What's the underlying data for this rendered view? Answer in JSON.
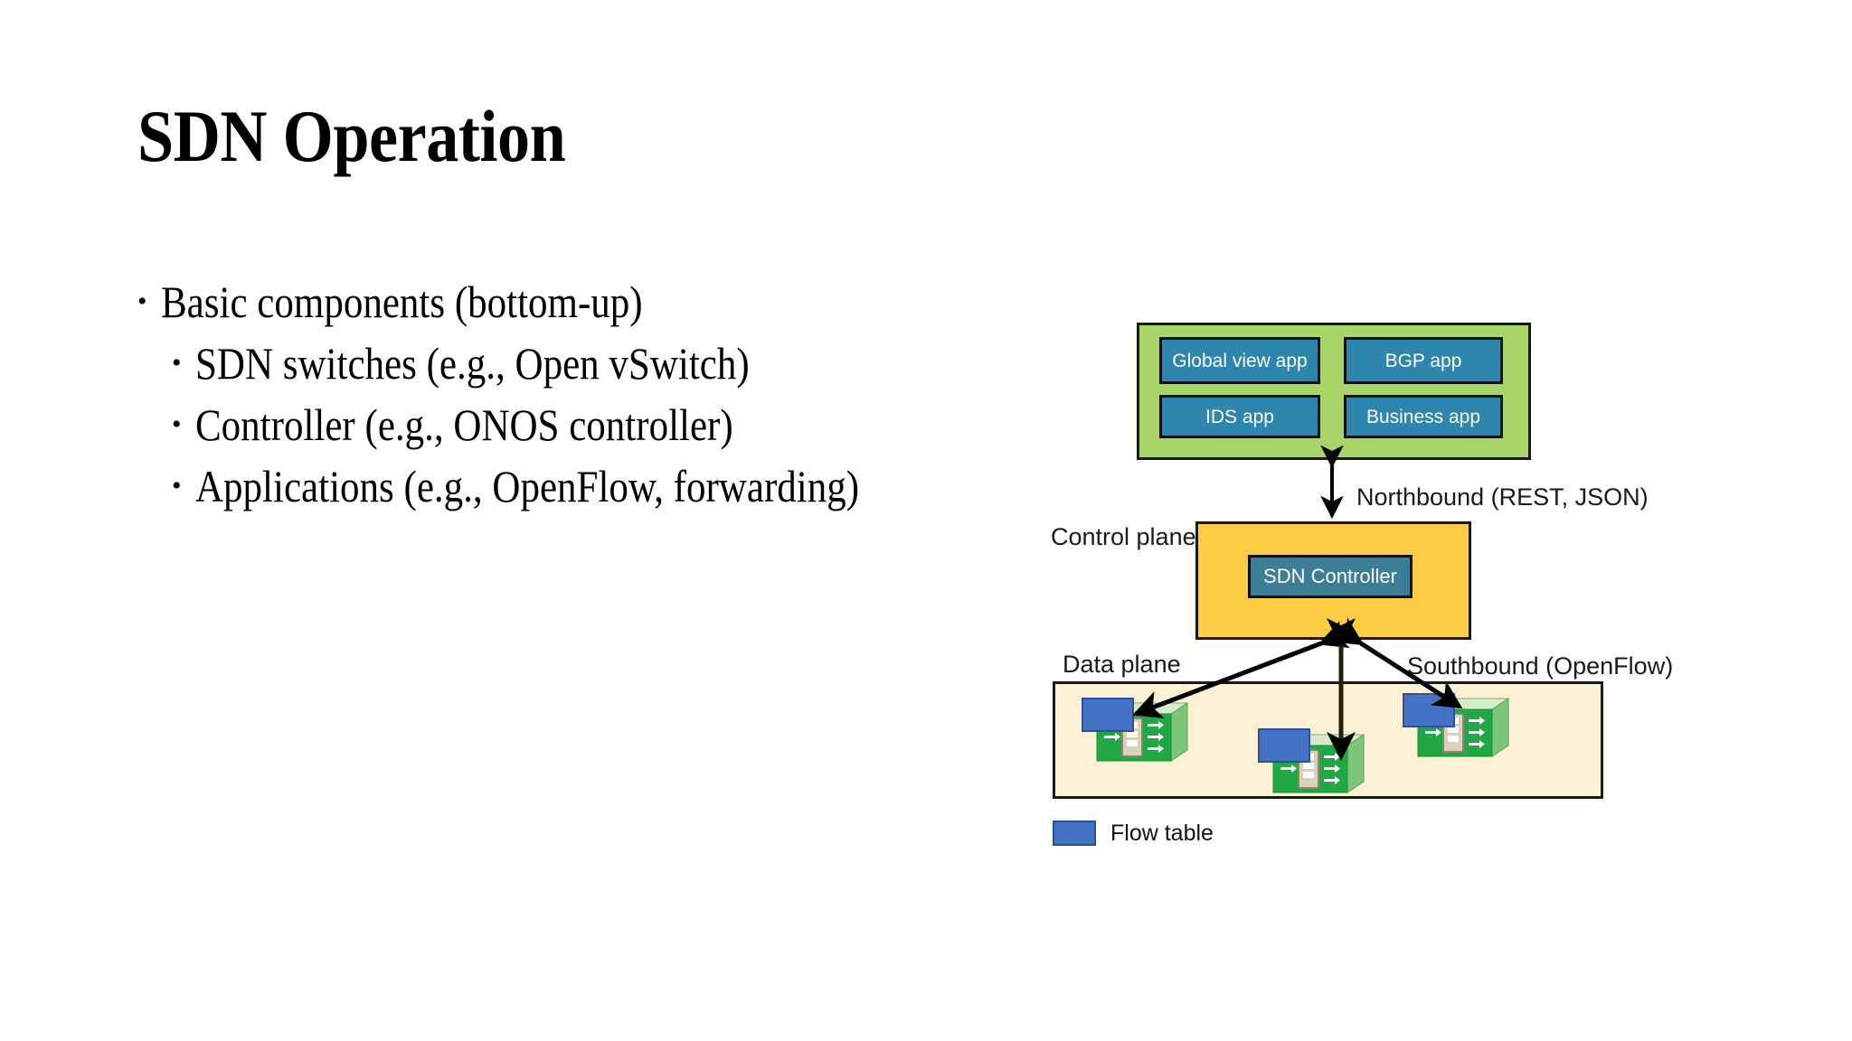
{
  "slide": {
    "title": "SDN Operation",
    "background_color": "#ffffff"
  },
  "bullets": [
    {
      "level": 1,
      "marker": "•",
      "text": "Basic components (bottom-up)"
    },
    {
      "level": 2,
      "marker": "•",
      "text": "SDN switches (e.g., Open vSwitch)"
    },
    {
      "level": 2,
      "marker": "•",
      "text": "Controller (e.g., ONOS controller)"
    },
    {
      "level": 2,
      "marker": "•",
      "text": "Applications (e.g., OpenFlow, forwarding)"
    }
  ],
  "diagram": {
    "application_layer": {
      "panel_color": "#a9d468",
      "app_color": "#2e85ad",
      "apps": [
        {
          "label": "Global view app"
        },
        {
          "label": "BGP app"
        },
        {
          "label": "IDS app"
        },
        {
          "label": "Business app"
        }
      ]
    },
    "control_plane": {
      "label": "Control plane",
      "panel_color": "#fdcb44",
      "controller_label": "SDN Controller",
      "controller_color": "#3b7e95"
    },
    "data_plane": {
      "label": "Data plane",
      "panel_color": "#fcf0d5",
      "switch_count": 3,
      "switch_color": "#22a745"
    },
    "interfaces": {
      "northbound": "Northbound (REST, JSON)",
      "southbound": "Southbound (OpenFlow)"
    },
    "legend": {
      "swatch_color": "#4472c4",
      "label": "Flow table"
    }
  }
}
